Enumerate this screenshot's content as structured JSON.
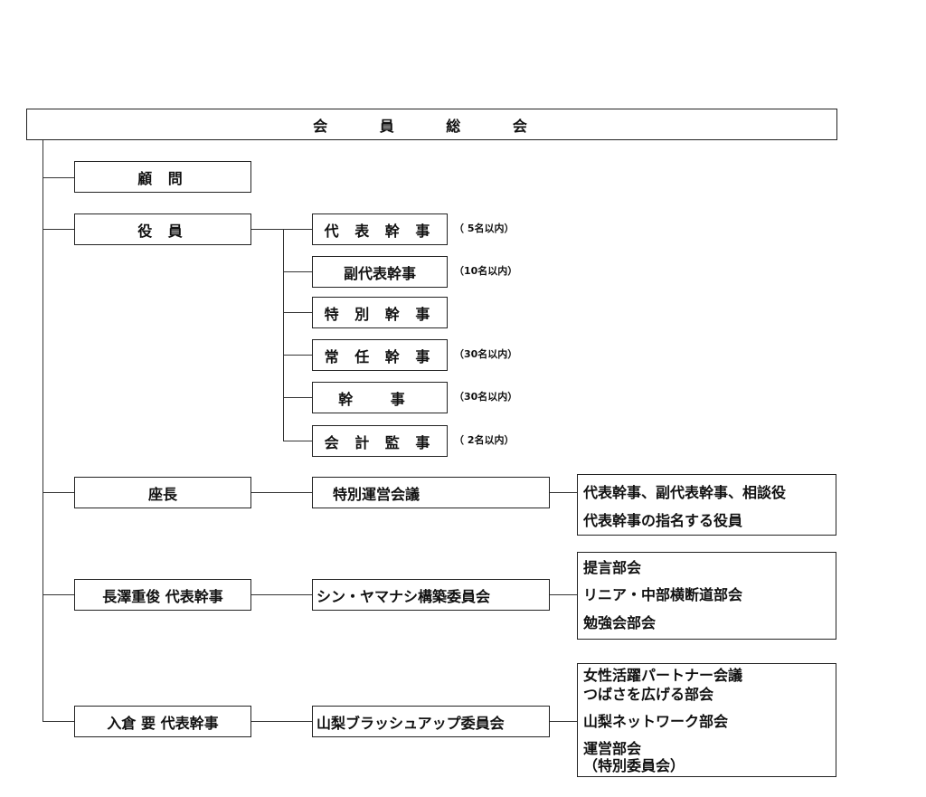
{
  "top": {
    "label": "会 員 総 会"
  },
  "left_nodes": {
    "komon": "顧 問",
    "yakuin": "役 員",
    "zacho": "座長",
    "nagasawa": "長澤重俊 代表幹事",
    "irikura": "入倉 要 代表幹事"
  },
  "officers": [
    {
      "label": "代 表 幹 事",
      "note": "（ 5名以内）"
    },
    {
      "label": "副代表幹事",
      "note": "（10名以内）"
    },
    {
      "label": "特 別 幹 事",
      "note": ""
    },
    {
      "label": "常 任 幹 事",
      "note": "（30名以内）"
    },
    {
      "label": "幹 事",
      "note": "（30名以内）"
    },
    {
      "label": "会 計 監 事",
      "note": "（ 2名以内）"
    }
  ],
  "committees": {
    "tokubetsu": "特別運営会議",
    "shin": "シン・ヤマナシ構築委員会",
    "yamanashi": "山梨ブラッシュアップ委員会"
  },
  "groups": {
    "tokubetsu": [
      "代表幹事、副代表幹事、相談役",
      "代表幹事の指名する役員"
    ],
    "shin": [
      "提言部会",
      "リニア・中部横断道部会",
      "勉強会部会"
    ],
    "yamanashi": [
      "女性活躍パートナー会議",
      "つばさを広げる部会",
      "山梨ネットワーク部会",
      "運営部会",
      "（特別委員会）"
    ]
  }
}
